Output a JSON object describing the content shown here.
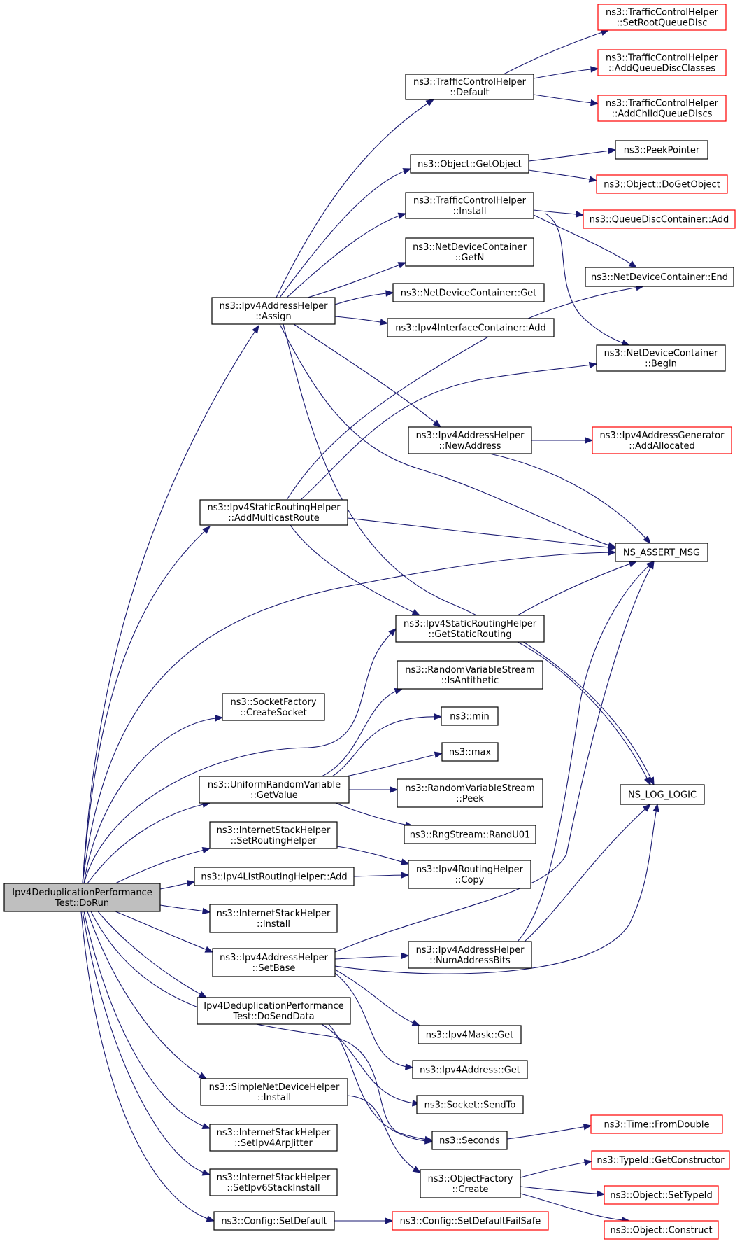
{
  "colors": {
    "edge": "#191970",
    "node_border": "#000000",
    "node_border_truncated": "#ff0000",
    "root_fill": "#bfbfbf",
    "node_fill": "#ffffff"
  },
  "nodes": [
    {
      "id": "root",
      "lines": [
        "Ipv4DeduplicationPerformance",
        "Test::DoRun"
      ],
      "style": "root"
    },
    {
      "id": "tch_default",
      "lines": [
        "ns3::TrafficControlHelper",
        "::Default"
      ],
      "style": "normal"
    },
    {
      "id": "tch_setroot",
      "lines": [
        "ns3::TrafficControlHelper",
        "::SetRootQueueDisc"
      ],
      "style": "truncated"
    },
    {
      "id": "tch_addqdc",
      "lines": [
        "ns3::TrafficControlHelper",
        "::AddQueueDiscClasses"
      ],
      "style": "truncated"
    },
    {
      "id": "tch_addchild",
      "lines": [
        "ns3::TrafficControlHelper",
        "::AddChildQueueDiscs"
      ],
      "style": "truncated"
    },
    {
      "id": "obj_getobject",
      "lines": [
        "ns3::Object::GetObject"
      ],
      "style": "normal"
    },
    {
      "id": "peekpointer",
      "lines": [
        "ns3::PeekPointer"
      ],
      "style": "normal"
    },
    {
      "id": "obj_dogetobject",
      "lines": [
        "ns3::Object::DoGetObject"
      ],
      "style": "truncated"
    },
    {
      "id": "tch_install",
      "lines": [
        "ns3::TrafficControlHelper",
        "::Install"
      ],
      "style": "normal"
    },
    {
      "id": "qdc_add",
      "lines": [
        "ns3::QueueDiscContainer::Add"
      ],
      "style": "truncated"
    },
    {
      "id": "ndc_getn",
      "lines": [
        "ns3::NetDeviceContainer",
        "::GetN"
      ],
      "style": "normal"
    },
    {
      "id": "ndc_end",
      "lines": [
        "ns3::NetDeviceContainer::End"
      ],
      "style": "normal"
    },
    {
      "id": "ipv4ah_assign",
      "lines": [
        "ns3::Ipv4AddressHelper",
        "::Assign"
      ],
      "style": "normal"
    },
    {
      "id": "ndc_get",
      "lines": [
        "ns3::NetDeviceContainer::Get"
      ],
      "style": "normal"
    },
    {
      "id": "ipv4ic_add",
      "lines": [
        "ns3::Ipv4InterfaceContainer::Add"
      ],
      "style": "normal"
    },
    {
      "id": "ndc_begin",
      "lines": [
        "ns3::NetDeviceContainer",
        "::Begin"
      ],
      "style": "normal"
    },
    {
      "id": "ipv4ah_newaddr",
      "lines": [
        "ns3::Ipv4AddressHelper",
        "::NewAddress"
      ],
      "style": "normal"
    },
    {
      "id": "ipv4ag_addalloc",
      "lines": [
        "ns3::Ipv4AddressGenerator",
        "::AddAllocated"
      ],
      "style": "truncated"
    },
    {
      "id": "ipv4srh_addmcast",
      "lines": [
        "ns3::Ipv4StaticRoutingHelper",
        "::AddMulticastRoute"
      ],
      "style": "normal"
    },
    {
      "id": "ns_assert_msg",
      "lines": [
        "NS_ASSERT_MSG"
      ],
      "style": "normal"
    },
    {
      "id": "ipv4srh_getstatic",
      "lines": [
        "ns3::Ipv4StaticRoutingHelper",
        "::GetStaticRouting"
      ],
      "style": "normal"
    },
    {
      "id": "rvs_isantithetic",
      "lines": [
        "ns3::RandomVariableStream",
        "::IsAntithetic"
      ],
      "style": "normal"
    },
    {
      "id": "sf_createsocket",
      "lines": [
        "ns3::SocketFactory",
        "::CreateSocket"
      ],
      "style": "normal"
    },
    {
      "id": "ns3_min",
      "lines": [
        "ns3::min"
      ],
      "style": "normal"
    },
    {
      "id": "ns3_max",
      "lines": [
        "ns3::max"
      ],
      "style": "normal"
    },
    {
      "id": "urv_getvalue",
      "lines": [
        "ns3::UniformRandomVariable",
        "::GetValue"
      ],
      "style": "normal"
    },
    {
      "id": "rvs_peek",
      "lines": [
        "ns3::RandomVariableStream",
        "::Peek"
      ],
      "style": "normal"
    },
    {
      "id": "ns_log_logic",
      "lines": [
        "NS_LOG_LOGIC"
      ],
      "style": "normal"
    },
    {
      "id": "rng_randu01",
      "lines": [
        "ns3::RngStream::RandU01"
      ],
      "style": "normal"
    },
    {
      "id": "ish_setrouting",
      "lines": [
        "ns3::InternetStackHelper",
        "::SetRoutingHelper"
      ],
      "style": "normal"
    },
    {
      "id": "ipv4lrh_add",
      "lines": [
        "ns3::Ipv4ListRoutingHelper::Add"
      ],
      "style": "normal"
    },
    {
      "id": "ipv4rh_copy",
      "lines": [
        "ns3::Ipv4RoutingHelper",
        "::Copy"
      ],
      "style": "normal"
    },
    {
      "id": "ish_install",
      "lines": [
        "ns3::InternetStackHelper",
        "::Install"
      ],
      "style": "normal"
    },
    {
      "id": "ipv4ah_setbase",
      "lines": [
        "ns3::Ipv4AddressHelper",
        "::SetBase"
      ],
      "style": "normal"
    },
    {
      "id": "ipv4ah_numbits",
      "lines": [
        "ns3::Ipv4AddressHelper",
        "::NumAddressBits"
      ],
      "style": "normal"
    },
    {
      "id": "dosenddata",
      "lines": [
        "Ipv4DeduplicationPerformance",
        "Test::DoSendData"
      ],
      "style": "normal"
    },
    {
      "id": "ipv4mask_get",
      "lines": [
        "ns3::Ipv4Mask::Get"
      ],
      "style": "normal"
    },
    {
      "id": "ipv4addr_get",
      "lines": [
        "ns3::Ipv4Address::Get"
      ],
      "style": "normal"
    },
    {
      "id": "socket_sendto",
      "lines": [
        "ns3::Socket::SendTo"
      ],
      "style": "normal"
    },
    {
      "id": "sndh_install",
      "lines": [
        "ns3::SimpleNetDeviceHelper",
        "::Install"
      ],
      "style": "normal"
    },
    {
      "id": "ns3_seconds",
      "lines": [
        "ns3::Seconds"
      ],
      "style": "normal"
    },
    {
      "id": "time_fromdouble",
      "lines": [
        "ns3::Time::FromDouble"
      ],
      "style": "truncated"
    },
    {
      "id": "ish_setarp",
      "lines": [
        "ns3::InternetStackHelper",
        "::SetIpv4ArpJitter"
      ],
      "style": "normal"
    },
    {
      "id": "of_create",
      "lines": [
        "ns3::ObjectFactory",
        "::Create"
      ],
      "style": "normal"
    },
    {
      "id": "typeid_getctor",
      "lines": [
        "ns3::TypeId::GetConstructor"
      ],
      "style": "truncated"
    },
    {
      "id": "ish_setipv6",
      "lines": [
        "ns3::InternetStackHelper",
        "::SetIpv6StackInstall"
      ],
      "style": "normal"
    },
    {
      "id": "obj_settypeid",
      "lines": [
        "ns3::Object::SetTypeId"
      ],
      "style": "truncated"
    },
    {
      "id": "config_setdefault",
      "lines": [
        "ns3::Config::SetDefault"
      ],
      "style": "normal"
    },
    {
      "id": "config_setdefaultfs",
      "lines": [
        "ns3::Config::SetDefaultFailSafe"
      ],
      "style": "truncated"
    },
    {
      "id": "obj_construct",
      "lines": [
        "ns3::Object::Construct"
      ],
      "style": "truncated"
    }
  ],
  "edges": [
    {
      "from": "root",
      "to": "ipv4ah_assign"
    },
    {
      "from": "root",
      "to": "ipv4srh_addmcast"
    },
    {
      "from": "root",
      "to": "ns_assert_msg"
    },
    {
      "from": "root",
      "to": "ipv4srh_getstatic"
    },
    {
      "from": "root",
      "to": "sf_createsocket"
    },
    {
      "from": "root",
      "to": "urv_getvalue"
    },
    {
      "from": "root",
      "to": "ish_setrouting"
    },
    {
      "from": "root",
      "to": "ipv4lrh_add"
    },
    {
      "from": "root",
      "to": "ish_install"
    },
    {
      "from": "root",
      "to": "ipv4ah_setbase"
    },
    {
      "from": "root",
      "to": "dosenddata"
    },
    {
      "from": "root",
      "to": "ns3_seconds"
    },
    {
      "from": "root",
      "to": "sndh_install"
    },
    {
      "from": "root",
      "to": "ish_setarp"
    },
    {
      "from": "root",
      "to": "ish_setipv6"
    },
    {
      "from": "root",
      "to": "config_setdefault"
    },
    {
      "from": "ipv4ah_assign",
      "to": "tch_default"
    },
    {
      "from": "ipv4ah_assign",
      "to": "obj_getobject"
    },
    {
      "from": "ipv4ah_assign",
      "to": "tch_install"
    },
    {
      "from": "ipv4ah_assign",
      "to": "ndc_getn"
    },
    {
      "from": "ipv4ah_assign",
      "to": "ndc_get"
    },
    {
      "from": "ipv4ah_assign",
      "to": "ipv4ic_add"
    },
    {
      "from": "ipv4ah_assign",
      "to": "ipv4ah_newaddr"
    },
    {
      "from": "ipv4ah_assign",
      "to": "ns_assert_msg"
    },
    {
      "from": "ipv4ah_assign",
      "to": "ns_log_logic"
    },
    {
      "from": "tch_default",
      "to": "tch_setroot"
    },
    {
      "from": "tch_default",
      "to": "tch_addqdc"
    },
    {
      "from": "tch_default",
      "to": "tch_addchild"
    },
    {
      "from": "obj_getobject",
      "to": "peekpointer"
    },
    {
      "from": "obj_getobject",
      "to": "obj_dogetobject"
    },
    {
      "from": "tch_install",
      "to": "qdc_add"
    },
    {
      "from": "tch_install",
      "to": "ndc_end"
    },
    {
      "from": "tch_install",
      "to": "ndc_begin"
    },
    {
      "from": "ipv4ah_newaddr",
      "to": "ipv4ag_addalloc"
    },
    {
      "from": "ipv4ah_newaddr",
      "to": "ns_assert_msg"
    },
    {
      "from": "ipv4srh_addmcast",
      "to": "ndc_end"
    },
    {
      "from": "ipv4srh_addmcast",
      "to": "ndc_begin"
    },
    {
      "from": "ipv4srh_addmcast",
      "to": "ns_assert_msg"
    },
    {
      "from": "ipv4srh_addmcast",
      "to": "ipv4srh_getstatic"
    },
    {
      "from": "ipv4srh_getstatic",
      "to": "ns_assert_msg"
    },
    {
      "from": "ipv4srh_getstatic",
      "to": "ns_log_logic"
    },
    {
      "from": "urv_getvalue",
      "to": "rvs_isantithetic"
    },
    {
      "from": "urv_getvalue",
      "to": "ns3_min"
    },
    {
      "from": "urv_getvalue",
      "to": "ns3_max"
    },
    {
      "from": "urv_getvalue",
      "to": "rvs_peek"
    },
    {
      "from": "urv_getvalue",
      "to": "rng_randu01"
    },
    {
      "from": "ish_setrouting",
      "to": "ipv4rh_copy"
    },
    {
      "from": "ipv4lrh_add",
      "to": "ipv4rh_copy"
    },
    {
      "from": "ipv4ah_setbase",
      "to": "ns_assert_msg"
    },
    {
      "from": "ipv4ah_setbase",
      "to": "ipv4ah_numbits"
    },
    {
      "from": "ipv4ah_setbase",
      "to": "ns_log_logic"
    },
    {
      "from": "ipv4ah_setbase",
      "to": "ipv4mask_get"
    },
    {
      "from": "ipv4ah_setbase",
      "to": "ipv4addr_get"
    },
    {
      "from": "ipv4ah_numbits",
      "to": "ns_assert_msg"
    },
    {
      "from": "ipv4ah_numbits",
      "to": "ns_log_logic"
    },
    {
      "from": "dosenddata",
      "to": "socket_sendto"
    },
    {
      "from": "dosenddata",
      "to": "ns3_seconds"
    },
    {
      "from": "sndh_install",
      "to": "of_create"
    },
    {
      "from": "ns3_seconds",
      "to": "time_fromdouble"
    },
    {
      "from": "of_create",
      "to": "typeid_getctor"
    },
    {
      "from": "of_create",
      "to": "obj_settypeid"
    },
    {
      "from": "of_create",
      "to": "obj_construct"
    },
    {
      "from": "config_setdefault",
      "to": "config_setdefaultfs"
    }
  ]
}
